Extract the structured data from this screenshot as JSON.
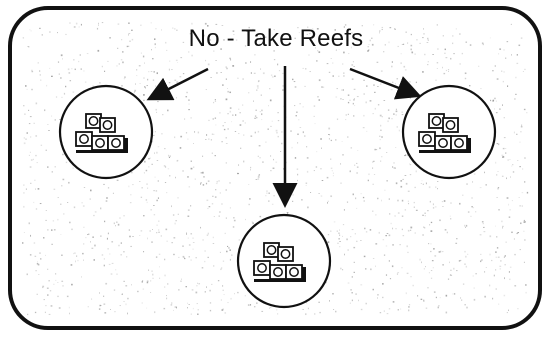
{
  "title": "No - Take Reefs",
  "colors": {
    "frame_stroke": "#111111",
    "speckle": "#7f7f7f",
    "fill": "#ffffff",
    "ink": "#111111"
  },
  "reefs": [
    {
      "id": "left",
      "icon": "reef-blocks-icon"
    },
    {
      "id": "right",
      "icon": "reef-blocks-icon"
    },
    {
      "id": "bottom",
      "icon": "reef-blocks-icon"
    }
  ]
}
